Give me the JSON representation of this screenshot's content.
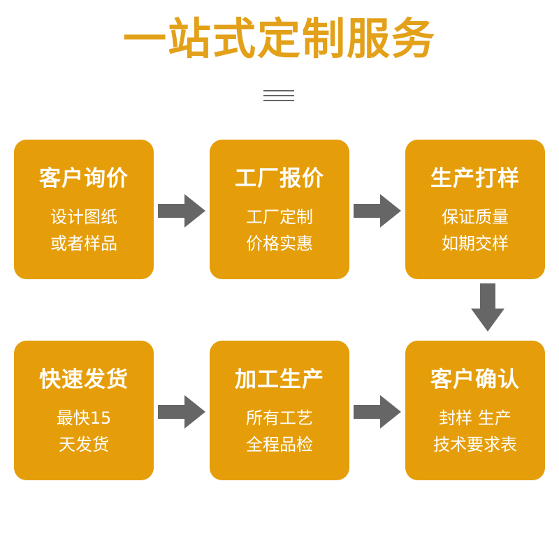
{
  "title": "一站式定制服务",
  "icons": {
    "divider": "menu-lines-icon",
    "arrow": "arrow-right-icon",
    "arrow_down": "arrow-down-icon"
  },
  "colors": {
    "title": "#e3a019",
    "box": "#e59e0a",
    "box_text": "#ffffff",
    "arrow": "#666666"
  },
  "steps": [
    {
      "title": "客户询价",
      "lines": [
        "设计图纸",
        "或者样品"
      ]
    },
    {
      "title": "工厂报价",
      "lines": [
        "工厂定制",
        "价格实惠"
      ]
    },
    {
      "title": "生产打样",
      "lines": [
        "保证质量",
        "如期交样"
      ]
    },
    {
      "title": "客户确认",
      "lines": [
        "封样 生产",
        "技术要求表"
      ]
    },
    {
      "title": "加工生产",
      "lines": [
        "所有工艺",
        "全程品检"
      ]
    },
    {
      "title": "快速发货",
      "lines": [
        "最快15",
        "天发货"
      ]
    }
  ]
}
